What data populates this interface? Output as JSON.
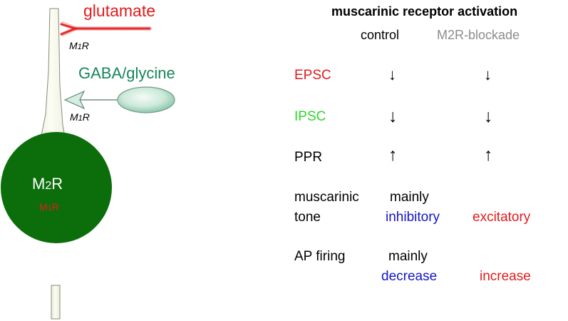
{
  "neuron": {
    "glutamate_label": "glutamate",
    "gaba_label": "GABA/glycine",
    "m1r_receptor_top": "M1R",
    "m1r_receptor_mid": "M1R",
    "soma_m2r": "M2R",
    "soma_m1r": "M1R"
  },
  "table": {
    "title": "muscarinic receptor activation",
    "col_control": "control",
    "col_blockade": "M2R-blockade",
    "rows": [
      {
        "label": "EPSC",
        "control": "↓",
        "blockade": "↓"
      },
      {
        "label": "IPSC",
        "control": "↓",
        "blockade": "↓"
      },
      {
        "label": "PPR",
        "control": "↑",
        "blockade": "↑"
      }
    ],
    "tone": {
      "label_line1": "muscarinic",
      "label_line2": "tone",
      "control_line1": "mainly",
      "control_line2": "inhibitory",
      "blockade": "excitatory"
    },
    "firing": {
      "label": "AP firing",
      "control_line1": "mainly",
      "control_line2": "decrease",
      "blockade": "increase"
    }
  },
  "colors": {
    "soma": "#0b6e0b",
    "dendrite_fill": "#f6f7ea",
    "glutamate": "#e31b1b",
    "gaba": "#17855a",
    "inhibitory": "#1515c8",
    "excitatory": "#e31b1b"
  }
}
